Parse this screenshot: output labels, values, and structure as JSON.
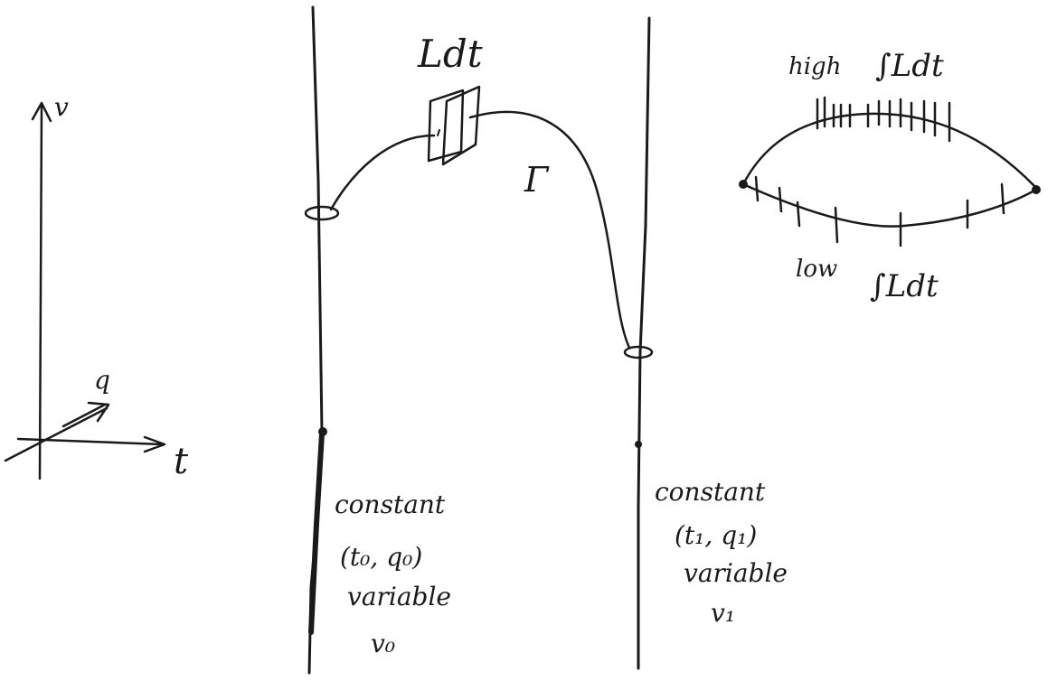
{
  "axes": {
    "v_label": "v",
    "q_label": "q",
    "t_label": "t"
  },
  "path": {
    "element_label": "Ldt",
    "curve_label": "Γ"
  },
  "start": {
    "line1": "constant",
    "line2": "(t₀, q₀)",
    "line3": "variable",
    "line4": "v₀"
  },
  "end": {
    "line1": "constant",
    "line2": "(t₁, q₁)",
    "line3": "variable",
    "line4": "v₁"
  },
  "comparison": {
    "high_label": "high",
    "high_integral": "∫Ldt",
    "low_label": "low",
    "low_integral": "∫Ldt"
  }
}
